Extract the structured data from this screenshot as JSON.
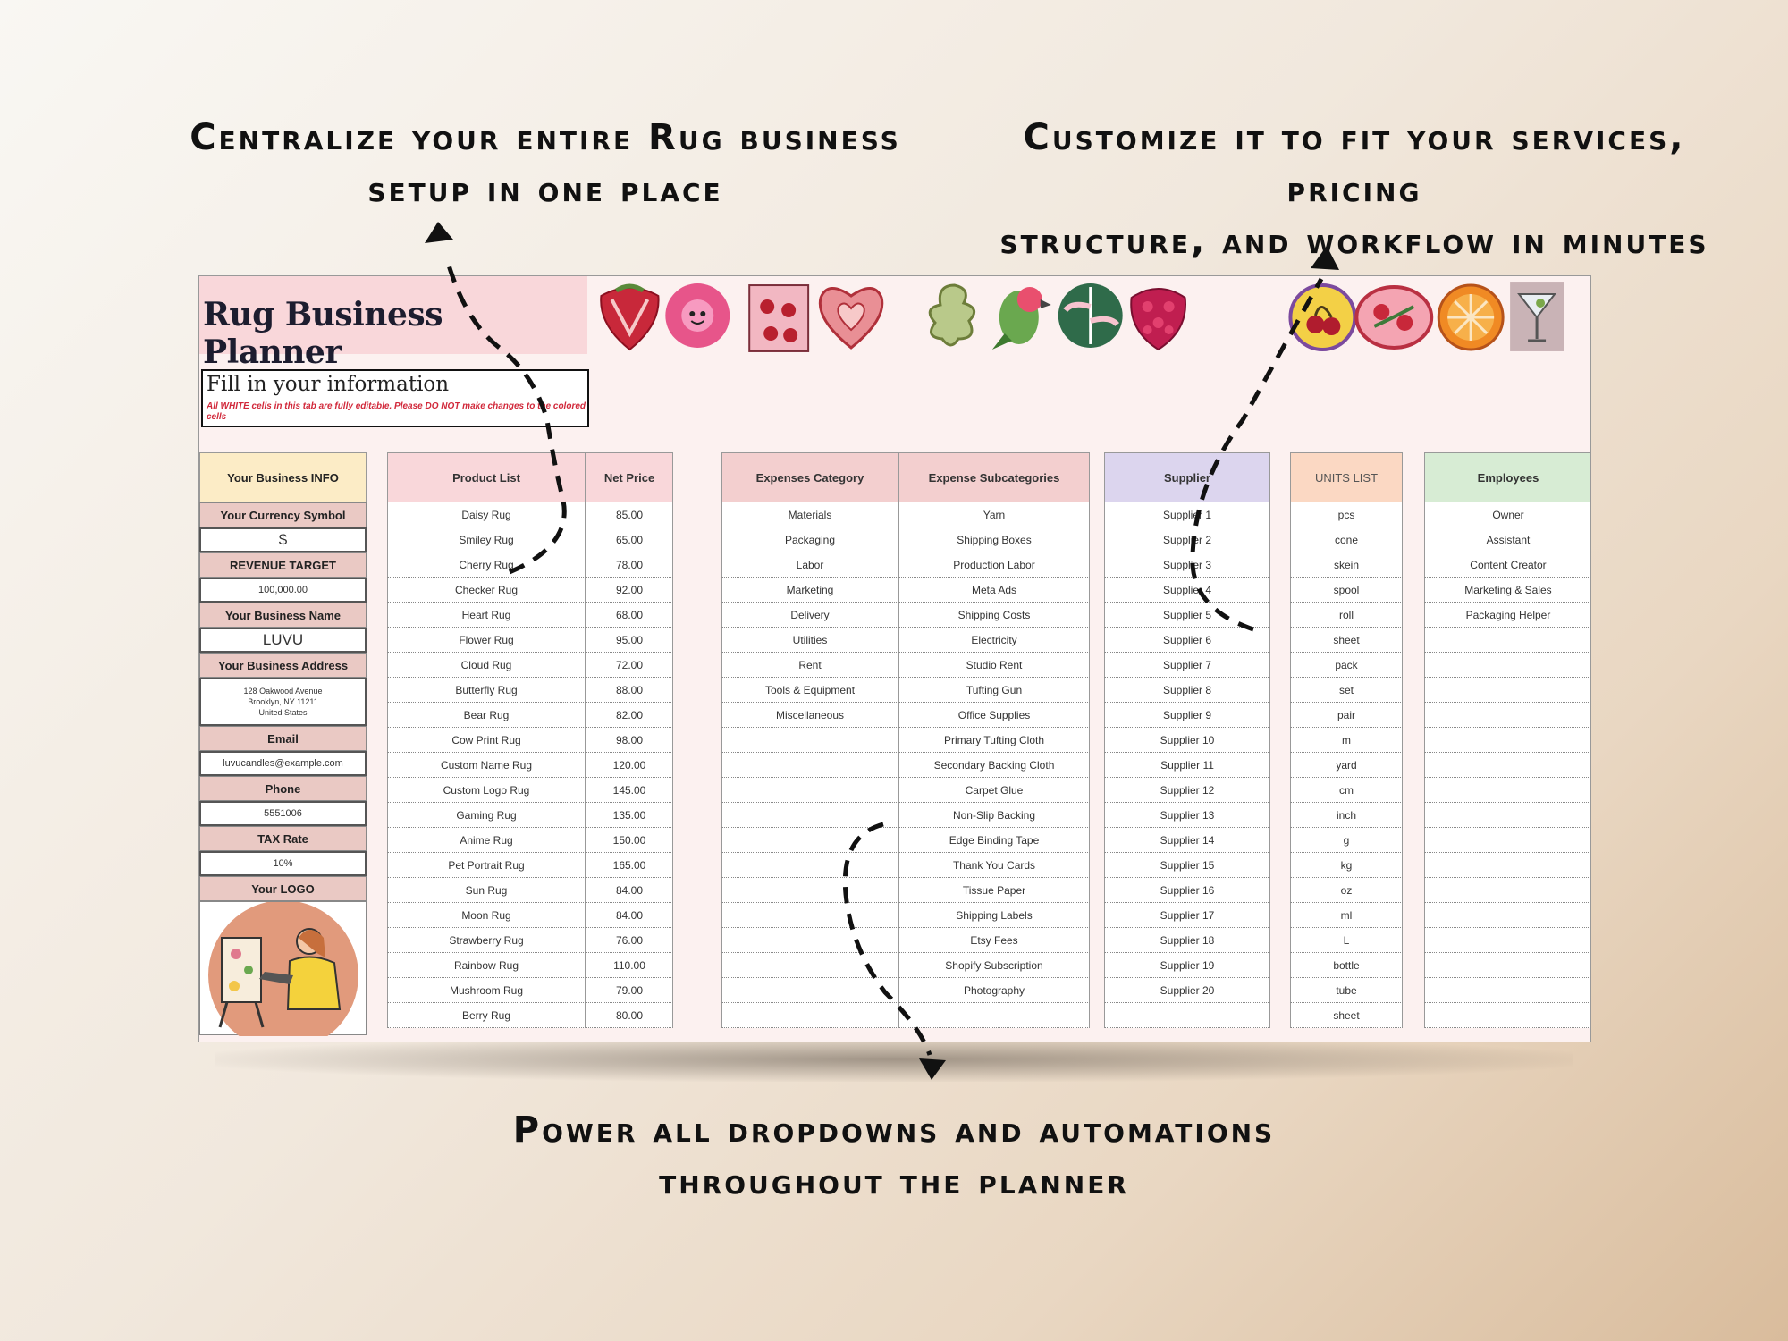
{
  "captions": {
    "top_left_line1": "Centralize your entire Rug business",
    "top_left_line2": "setup in one place",
    "top_right_line1": "Customize it to fit your services, pricing",
    "top_right_line2": "structure, and workflow in minutes",
    "bottom_line1": "Power all dropdowns and automations",
    "bottom_line2": "throughout the planner"
  },
  "sheet": {
    "title": "Rug Business Planner",
    "info_title": "Fill in your information",
    "info_note": "All WHITE cells in this tab are fully editable. Please DO NOT make changes to the colored cells",
    "icons": [
      "strawberry-icon",
      "flower-icon",
      "cherries-rug-icon",
      "heart-icon",
      "squiggle-icon",
      "parrot-icon",
      "leaf-icon",
      "raspberry-icon",
      "cherry-badge-icon",
      "roses-icon",
      "orange-slice-icon",
      "martini-icon"
    ]
  },
  "business_info": {
    "header": "Your Business INFO",
    "currency_label": "Your Currency Symbol",
    "currency_value": "$",
    "revenue_label": "REVENUE TARGET",
    "revenue_value": "100,000.00",
    "name_label": "Your Business Name",
    "name_value": "LUVU",
    "address_label": "Your Business Address",
    "address_line1": "128 Oakwood Avenue",
    "address_line2": "Brooklyn, NY 11211",
    "address_line3": "United States",
    "email_label": "Email",
    "email_value": "luvucandles@example.com",
    "phone_label": "Phone",
    "phone_value": "5551006",
    "tax_label": "TAX Rate",
    "tax_value": "10%",
    "logo_label": "Your LOGO"
  },
  "products": {
    "header_name": "Product List",
    "header_price": "Net Price",
    "header_color": "#f9d7da",
    "rows": [
      [
        "Daisy Rug",
        "85.00"
      ],
      [
        "Smiley Rug",
        "65.00"
      ],
      [
        "Cherry Rug",
        "78.00"
      ],
      [
        "Checker Rug",
        "92.00"
      ],
      [
        "Heart Rug",
        "68.00"
      ],
      [
        "Flower Rug",
        "95.00"
      ],
      [
        "Cloud Rug",
        "72.00"
      ],
      [
        "Butterfly Rug",
        "88.00"
      ],
      [
        "Bear Rug",
        "82.00"
      ],
      [
        "Cow Print Rug",
        "98.00"
      ],
      [
        "Custom Name Rug",
        "120.00"
      ],
      [
        "Custom Logo Rug",
        "145.00"
      ],
      [
        "Gaming Rug",
        "135.00"
      ],
      [
        "Anime Rug",
        "150.00"
      ],
      [
        "Pet Portrait Rug",
        "165.00"
      ],
      [
        "Sun Rug",
        "84.00"
      ],
      [
        "Moon Rug",
        "84.00"
      ],
      [
        "Strawberry Rug",
        "76.00"
      ],
      [
        "Rainbow Rug",
        "110.00"
      ],
      [
        "Mushroom Rug",
        "79.00"
      ],
      [
        "Berry Rug",
        "80.00"
      ]
    ]
  },
  "expenses": {
    "header_category": "Expenses Category",
    "header_sub": "Expense Subcategories",
    "header_color": "#f3cfcf",
    "categories": [
      "Materials",
      "Packaging",
      "Labor",
      "Marketing",
      "Delivery",
      "Utilities",
      "Rent",
      "Tools & Equipment",
      "Miscellaneous",
      "",
      "",
      "",
      "",
      "",
      "",
      "",
      "",
      "",
      "",
      "",
      ""
    ],
    "subcategories": [
      "Yarn",
      "Shipping Boxes",
      "Production Labor",
      "Meta Ads",
      "Shipping Costs",
      "Electricity",
      "Studio Rent",
      "Tufting Gun",
      "Office Supplies",
      "Primary Tufting Cloth",
      "Secondary Backing Cloth",
      "Carpet Glue",
      "Non-Slip Backing",
      "Edge Binding Tape",
      "Thank You Cards",
      "Tissue Paper",
      "Shipping Labels",
      "Etsy Fees",
      "Shopify Subscription",
      "Photography",
      ""
    ]
  },
  "suppliers": {
    "header": "Supplier",
    "header_color": "#dcd5ee",
    "rows": [
      "Supplier 1",
      "Supplier 2",
      "Supplier 3",
      "Supplier 4",
      "Supplier 5",
      "Supplier 6",
      "Supplier 7",
      "Supplier 8",
      "Supplier 9",
      "Supplier 10",
      "Supplier 11",
      "Supplier 12",
      "Supplier 13",
      "Supplier 14",
      "Supplier 15",
      "Supplier 16",
      "Supplier 17",
      "Supplier 18",
      "Supplier 19",
      "Supplier 20",
      ""
    ]
  },
  "units": {
    "header": "UNITS LIST",
    "header_color": "#fbd8c3",
    "rows": [
      "pcs",
      "cone",
      "skein",
      "spool",
      "roll",
      "sheet",
      "pack",
      "set",
      "pair",
      "m",
      "yard",
      "cm",
      "inch",
      "g",
      "kg",
      "oz",
      "ml",
      "L",
      "bottle",
      "tube",
      "sheet"
    ]
  },
  "employees": {
    "header": "Employees",
    "header_color": "#d7ecd4",
    "rows": [
      "Owner",
      "Assistant",
      "Content Creator",
      "Marketing & Sales",
      "Packaging Helper",
      "",
      "",
      "",
      "",
      "",
      "",
      "",
      "",
      "",
      "",
      "",
      "",
      "",
      "",
      "",
      ""
    ]
  }
}
